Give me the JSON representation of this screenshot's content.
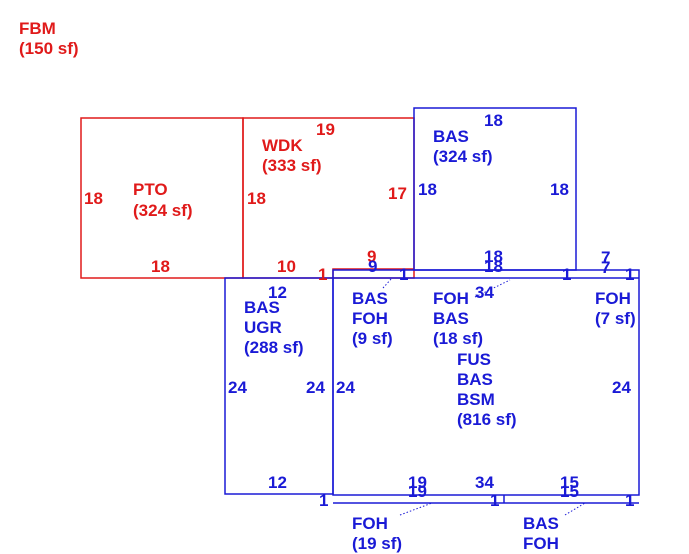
{
  "colors": {
    "red": "#e01a1a",
    "blue": "#1a1ad6",
    "background": "#ffffff"
  },
  "areas": {
    "fbm": {
      "code": "FBM",
      "area": "(150 sf)"
    },
    "pto": {
      "code": "PTO",
      "area": "(324 sf)"
    },
    "wdk": {
      "code": "WDK",
      "area": "(333 sf)"
    },
    "bas_top": {
      "code": "BAS",
      "area": "(324 sf)"
    },
    "bas_ugr": {
      "code1": "BAS",
      "code2": "UGR",
      "area": "(288 sf)"
    },
    "bas_foh_small": {
      "code1": "BAS",
      "code2": "FOH",
      "area": "(9 sf)"
    },
    "foh_bas": {
      "code1": "FOH",
      "code2": "BAS",
      "area": "(18 sf)"
    },
    "fus_bas_bsm": {
      "code1": "FUS",
      "code2": "BAS",
      "code3": "BSM",
      "area": "(816 sf)"
    },
    "foh_right": {
      "code": "FOH",
      "area": "(7 sf)"
    },
    "foh_bottom": {
      "code": "FOH",
      "area": "(19 sf)"
    },
    "bas_foh_bottom": {
      "code1": "BAS",
      "code2": "FOH"
    }
  },
  "dimensions": {
    "pto_left": "18",
    "pto_bottom": "18",
    "wdk_top": "19",
    "wdk_left": "18",
    "wdk_right": "17",
    "wdk_bottom": "10",
    "wdk_nine": "9",
    "wdk_one": "1",
    "bas_top_top": "18",
    "bas_top_left": "18",
    "bas_top_right": "18",
    "bas_top_bottom": "18",
    "small_9": "9",
    "small_1a": "1",
    "small_18": "18",
    "small_1b": "1",
    "seven_top": "7",
    "seven_bottom": "7",
    "seven_1": "1",
    "ugr_top": "12",
    "ugr_left": "24",
    "ugr_right": "24",
    "ugr_bottom": "12",
    "ugr_1": "1",
    "main_left": "24",
    "main_top": "34",
    "main_right": "24",
    "main_bottom": "34",
    "b19a": "19",
    "b19b": "19",
    "b1a": "1",
    "b15a": "15",
    "b15b": "15",
    "b1b": "1"
  }
}
